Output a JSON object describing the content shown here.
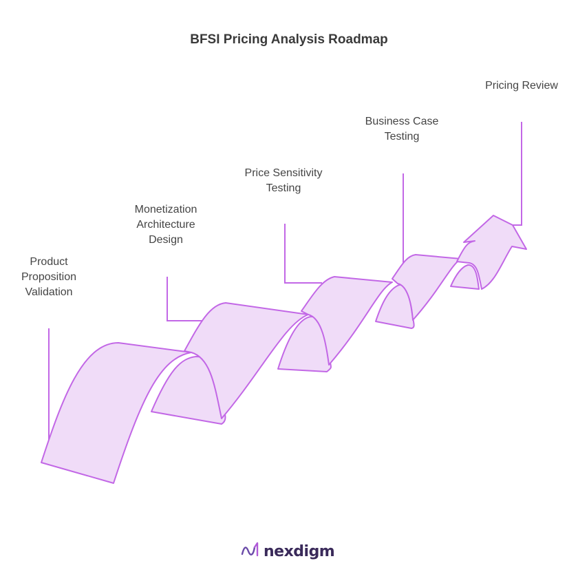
{
  "title": "BFSI Pricing Analysis Roadmap",
  "steps": [
    {
      "label": "Product\nProposition\nValidation"
    },
    {
      "label": "Monetization\nArchitecture\nDesign"
    },
    {
      "label": "Price Sensitivity\nTesting"
    },
    {
      "label": "Business Case\nTesting"
    },
    {
      "label": "Pricing Review"
    }
  ],
  "logo": {
    "text": "nexdigm",
    "icon": "nexdigm-wave-logo-icon"
  },
  "colors": {
    "ribbon_fill": "#f0dcf8",
    "ribbon_stroke": "#c267e6",
    "text": "#444444"
  }
}
